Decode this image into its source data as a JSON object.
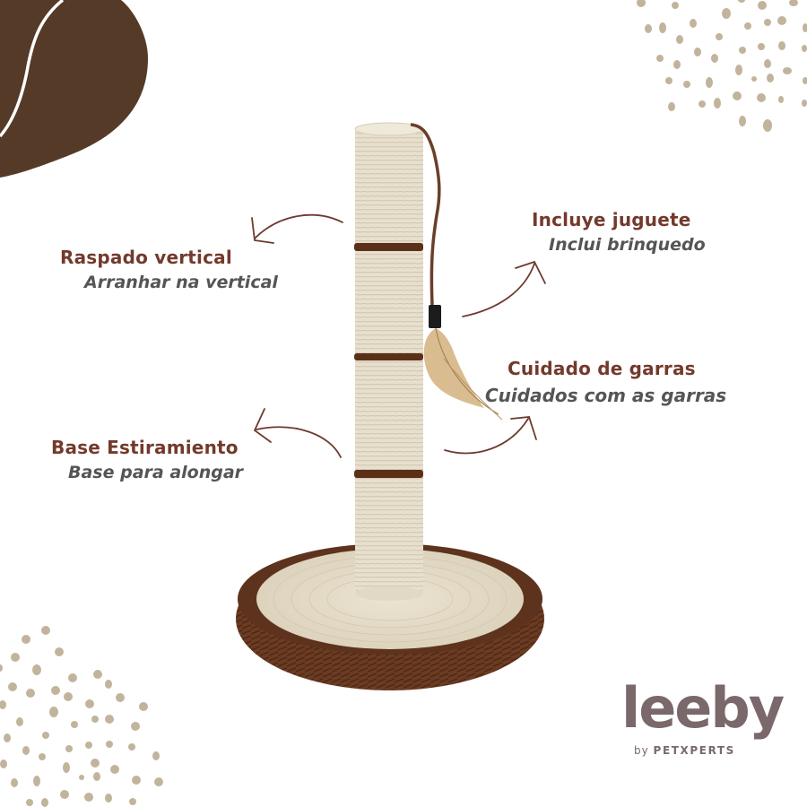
{
  "features": [
    {
      "id": "raspado",
      "title": "Raspado vertical",
      "subtitle": "Arranhar na vertical"
    },
    {
      "id": "juguete",
      "title": "Incluye juguete",
      "subtitle": "Inclui brinquedo"
    },
    {
      "id": "garras",
      "title": "Cuidado de garras",
      "subtitle": "Cuidados com as garras"
    },
    {
      "id": "base",
      "title": "Base Estiramiento",
      "subtitle": "Base para alongar"
    }
  ],
  "brand": {
    "name": "leeby",
    "tagline_prefix": "by",
    "tagline_brand": "PETXPERTS"
  },
  "colors": {
    "title": "#733a2c",
    "subtitle": "#555555",
    "arrow": "#6e3a2e",
    "blob": "#553a28",
    "dots": "#c2b49c",
    "sisal": "#e8e0ce",
    "rope": "#6b3b22",
    "logo": "#7a686b"
  },
  "product": {
    "name": "cat scratching post with base and feather toy"
  }
}
